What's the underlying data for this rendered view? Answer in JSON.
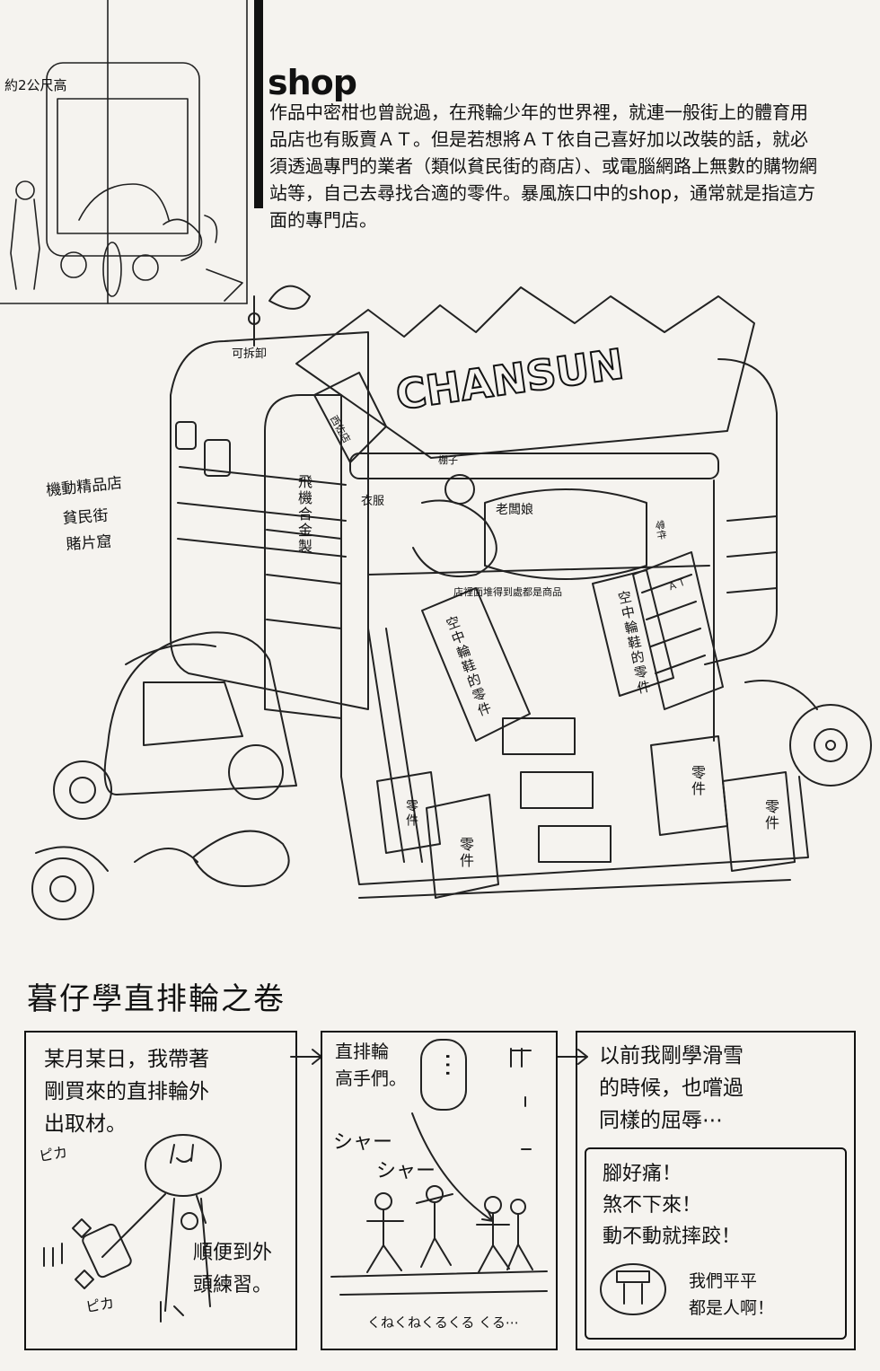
{
  "header": {
    "title": "shop",
    "description": "作品中密柑也曾說過，在飛輪少年的世界裡，就連一般街上的體育用品店也有販賣ＡＴ。但是若想將ＡＴ依自己喜好加以改裝的話，就必須透過專門的業者（類似貧民街的商店）、或電腦網路上無數的購物網站等，自己去尋找合適的零件。暴風族口中的shop，通常就是指這方面的專門店。"
  },
  "illustration": {
    "height_note": "約2公尺高",
    "removable": "可拆卸",
    "signboard": "CHANSUN",
    "sign_small": "西佐店",
    "awning": "棚子",
    "clothes": "衣服",
    "owner": "老闆娘",
    "shop_types": [
      "機動精品店",
      "貧民街",
      "賭片窟"
    ],
    "alloy": "飛機合金製",
    "goods_piled": "店裡面堆得到處都是商品",
    "at_parts_left": "空中輪鞋的零件",
    "at_parts_right": "空中輪鞋的零件",
    "at_box": "ＡＴ",
    "parts_labels": [
      "零件",
      "零件",
      "零件",
      "零件"
    ],
    "side_sign": "零件"
  },
  "comic": {
    "section_title": "暮仔學直排輪之卷",
    "panel1": {
      "narration": [
        "某月某日，我帶著",
        "剛買來的直排輪外",
        "出取材。"
      ],
      "sfx_1": "ピカ",
      "sfx_2": "ピカ",
      "speech": [
        "順便到外",
        "頭練習。"
      ]
    },
    "panel2": {
      "narration": [
        "直排輪",
        "高手們。"
      ],
      "speech": "⋯",
      "sfx_1": "シャー",
      "sfx_2": "シャー",
      "sfx_3": "くねくねくるくる くる⋯"
    },
    "panel3": {
      "narration": [
        "以前我剛學滑雪",
        "的時候，也嚐過",
        "同樣的屈辱⋯"
      ],
      "complaints": [
        "腳好痛！",
        "煞不下來！",
        "動不動就摔跤！"
      ],
      "speech": [
        "我們平平",
        "都是人啊！"
      ]
    }
  }
}
